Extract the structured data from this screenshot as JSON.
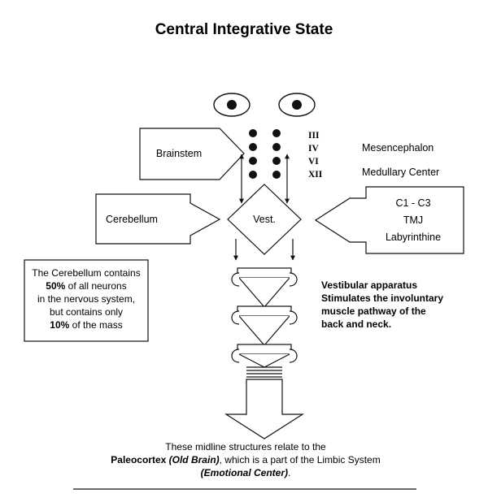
{
  "title": "Central Integrative State",
  "boxes": {
    "brainstem": "Brainstem",
    "cerebellum": "Cerebellum",
    "vest": "Vest.",
    "inputs": [
      "C1 - C3",
      "TMJ",
      "Labyrinthine"
    ]
  },
  "cranial_nerves": [
    "III",
    "IV",
    "VI",
    "XII"
  ],
  "centers": [
    "Mesencephalon",
    "Medullary Center"
  ],
  "cerebellum_note": {
    "line1": "The Cerebellum contains",
    "line2_bold": "50%",
    "line2_rest": " of all neurons",
    "line3": "in the nervous system,",
    "line4": "but contains only",
    "line5_bold": "10%",
    "line5_rest": " of the mass"
  },
  "vestibular_note": [
    "Vestibular apparatus",
    "Stimulates the involuntary",
    "muscle pathway of the",
    "back and neck."
  ],
  "footer": {
    "line1": "These midline structures relate to the",
    "line2_bold": "Paleocortex ",
    "line2_bold_italic": "(Old Brain)",
    "line2_rest": ", which is a part of the Limbic System",
    "line3": "(Emotional Center)",
    "line3_end": "."
  }
}
